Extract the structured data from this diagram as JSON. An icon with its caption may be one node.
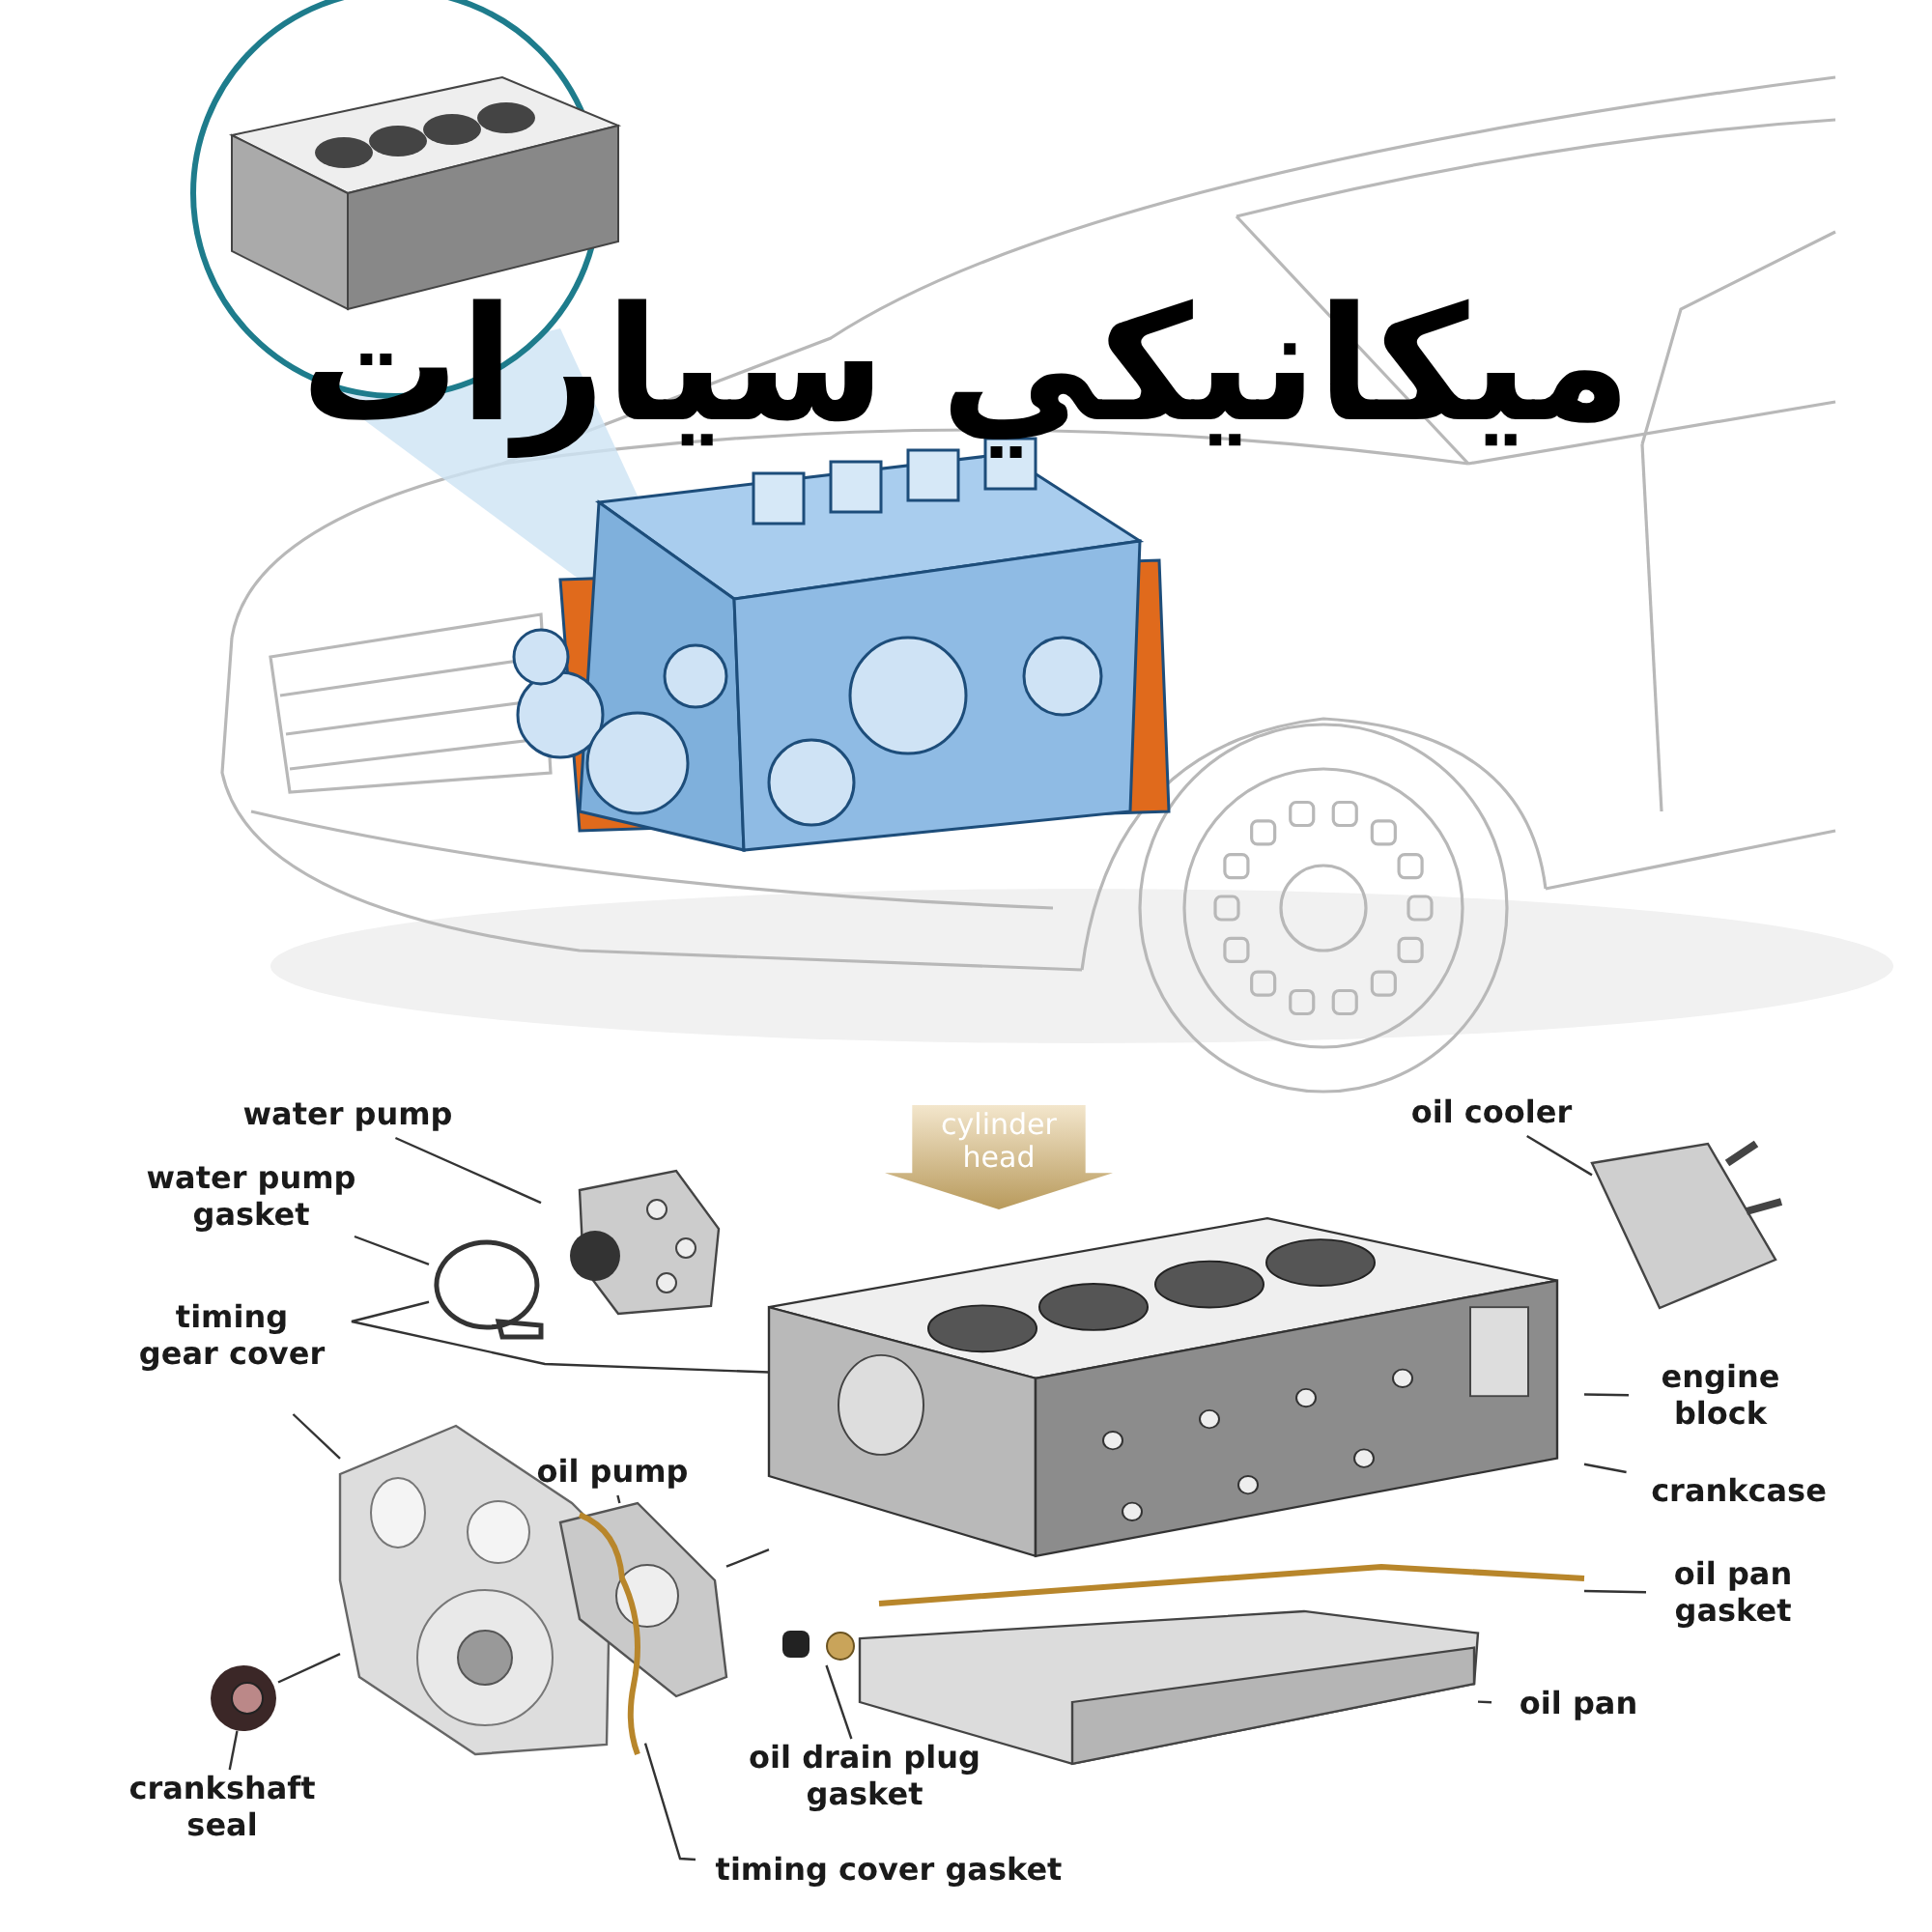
{
  "diagram": {
    "title": "ميكانيكي سيارات",
    "nodes": [
      {
        "text": [
          "water pump"
        ]
      },
      {
        "text": [
          "water pump gasket"
        ]
      },
      {
        "text": [
          "timing gear cover"
        ]
      },
      {
        "text": [
          "oil pump"
        ]
      },
      {
        "text": [
          "crankshaft seal"
        ]
      },
      {
        "text": [
          "oil drain plug gasket"
        ]
      },
      {
        "text": [
          "timing cover gasket"
        ]
      },
      {
        "text": [
          "cylinder head"
        ]
      },
      {
        "text": [
          "oil cooler"
        ]
      },
      {
        "text": [
          "engine block"
        ]
      },
      {
        "text": [
          "crankcase"
        ]
      },
      {
        "text": [
          "oil pan gasket"
        ]
      },
      {
        "text": [
          "oil pan"
        ]
      },
      {
        "text": [],
        "shape": "picture"
      },
      {
        "text": [],
        "shape": "picture"
      },
      {
        "text": [],
        "shape": "picture"
      },
      {
        "text": [],
        "shape": "picture"
      },
      {
        "text": [],
        "shape": "picture"
      },
      {
        "text": [],
        "shape": "picture"
      },
      {
        "text": [],
        "shape": "picture"
      },
      {
        "text": [],
        "shape": "picture"
      },
      {
        "text": [],
        "shape": "picture"
      },
      {
        "text": [],
        "shape": "picture"
      },
      {
        "text": [],
        "shape": "picture"
      }
    ],
    "edges": [
      {
        "from": 0,
        "to": 13,
        "arrow": "none"
      },
      {
        "from": 1,
        "to": 14,
        "arrow": "none"
      },
      {
        "from": 2,
        "to": 15,
        "arrow": "none"
      },
      {
        "from": 3,
        "to": 16,
        "arrow": "none"
      },
      {
        "from": 4,
        "to": 17,
        "arrow": "none"
      },
      {
        "from": 5,
        "to": 18,
        "arrow": "none"
      },
      {
        "from": 6,
        "to": 22,
        "arrow": "none"
      },
      {
        "from": 8,
        "to": 20,
        "arrow": "none"
      },
      {
        "from": 9,
        "to": 19,
        "arrow": "none"
      },
      {
        "from": 10,
        "to": 19,
        "arrow": "none"
      },
      {
        "from": 11,
        "to": 23,
        "arrow": "none"
      },
      {
        "from": 12,
        "to": 21,
        "arrow": "none"
      },
      {
        "from": 14,
        "to": 19,
        "arrow": "none"
      },
      {
        "from": 17,
        "to": 15,
        "arrow": "none"
      },
      {
        "from": 16,
        "to": 19,
        "arrow": "none"
      }
    ]
  }
}
